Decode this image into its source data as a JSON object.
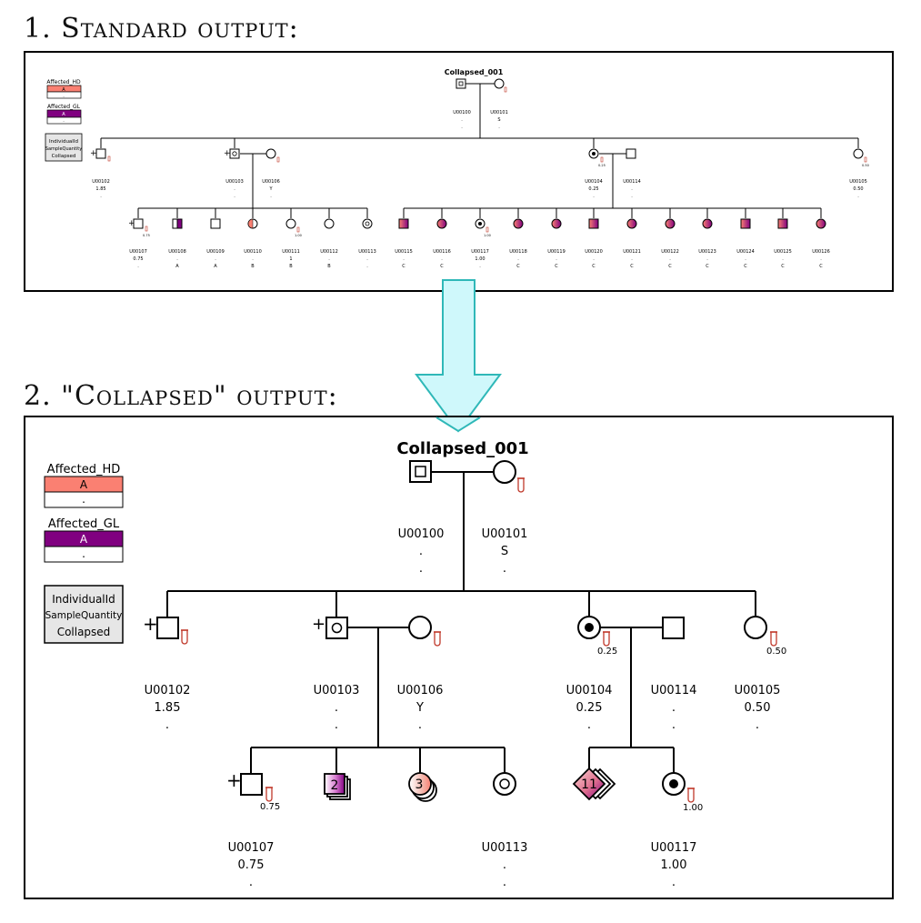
{
  "headings": {
    "standard": "1. Standard output:",
    "collapsed": "2. \"Collapsed\" output:"
  },
  "colors": {
    "affected_hd": "#fa8072",
    "affected_gl": "#800080",
    "legend_box": "#e6e6e6",
    "arrow_fill": "#cff8fb",
    "arrow_stroke": "#2fb8b8",
    "tube": "#c0392b"
  },
  "legend": {
    "hd_title": "Affected_HD",
    "hd_value": "A",
    "hd_blank": ".",
    "gl_title": "Affected_GL",
    "gl_value": "A",
    "gl_blank": ".",
    "key_lines": [
      "IndividualId",
      "SampleQuantity",
      "Collapsed"
    ]
  },
  "standard": {
    "title": "Collapsed_001",
    "founders": [
      {
        "id": "U00100",
        "l2": ".",
        "l3": "."
      },
      {
        "id": "U00101",
        "l2": "S",
        "l3": "."
      }
    ],
    "gen2": [
      {
        "id": "U00102",
        "l2": "1.85",
        "l3": "."
      },
      {
        "id": "U00103",
        "l2": ".",
        "l3": "."
      },
      {
        "id": "U00106",
        "l2": "Y",
        "l3": "."
      },
      {
        "id": "U00104",
        "l2": "0.25",
        "l3": "."
      },
      {
        "id": "U00114",
        "l2": ".",
        "l3": "."
      },
      {
        "id": "U00105",
        "l2": "0.50",
        "l3": "."
      }
    ],
    "sample_marks": {
      "u00104": "0.25",
      "u00105": "0.50",
      "u00107": "0.75",
      "u00111": "1.00",
      "u00117": "1.00"
    },
    "gen3": [
      {
        "id": "U00107",
        "l2": "0.75",
        "l3": "."
      },
      {
        "id": "U00108",
        "l2": ".",
        "l3": "A"
      },
      {
        "id": "U00109",
        "l2": ".",
        "l3": "A"
      },
      {
        "id": "U00110",
        "l2": ".",
        "l3": "B"
      },
      {
        "id": "U00111",
        "l2": "1",
        "l3": "B"
      },
      {
        "id": "U00112",
        "l2": ".",
        "l3": "B"
      },
      {
        "id": "U00113",
        "l2": ".",
        "l3": "."
      },
      {
        "id": "U00115",
        "l2": ".",
        "l3": "C"
      },
      {
        "id": "U00116",
        "l2": ".",
        "l3": "C"
      },
      {
        "id": "U00117",
        "l2": "1.00",
        "l3": "."
      },
      {
        "id": "U00118",
        "l2": ".",
        "l3": "C"
      },
      {
        "id": "U00119",
        "l2": ".",
        "l3": "C"
      },
      {
        "id": "U00120",
        "l2": ".",
        "l3": "C"
      },
      {
        "id": "U00121",
        "l2": ".",
        "l3": "C"
      },
      {
        "id": "U00122",
        "l2": ".",
        "l3": "C"
      },
      {
        "id": "U00123",
        "l2": ".",
        "l3": "C"
      },
      {
        "id": "U00124",
        "l2": ".",
        "l3": "C"
      },
      {
        "id": "U00125",
        "l2": ".",
        "l3": "C"
      },
      {
        "id": "U00126",
        "l2": ".",
        "l3": "C"
      }
    ]
  },
  "collapsed": {
    "title": "Collapsed_001",
    "founders": [
      {
        "id": "U00100",
        "l2": ".",
        "l3": "."
      },
      {
        "id": "U00101",
        "l2": "S",
        "l3": "."
      }
    ],
    "gen2": [
      {
        "id": "U00102",
        "l2": "1.85",
        "l3": "."
      },
      {
        "id": "U00103",
        "l2": ".",
        "l3": "."
      },
      {
        "id": "U00106",
        "l2": "Y",
        "l3": "."
      },
      {
        "id": "U00104",
        "l2": "0.25",
        "l3": "."
      },
      {
        "id": "U00114",
        "l2": ".",
        "l3": "."
      },
      {
        "id": "U00105",
        "l2": "0.50",
        "l3": "."
      }
    ],
    "sample_marks": {
      "u00104": "0.25",
      "u00105": "0.50",
      "u00107": "0.75",
      "u00117": "1.00"
    },
    "collapsed_counts": {
      "squares": "2",
      "circles": "3",
      "diamonds": "11"
    },
    "gen3": [
      {
        "id": "U00107",
        "l2": "0.75",
        "l3": "."
      },
      {
        "id": "U00113",
        "l2": ".",
        "l3": "."
      },
      {
        "id": "U00117",
        "l2": "1.00",
        "l3": "."
      }
    ]
  }
}
